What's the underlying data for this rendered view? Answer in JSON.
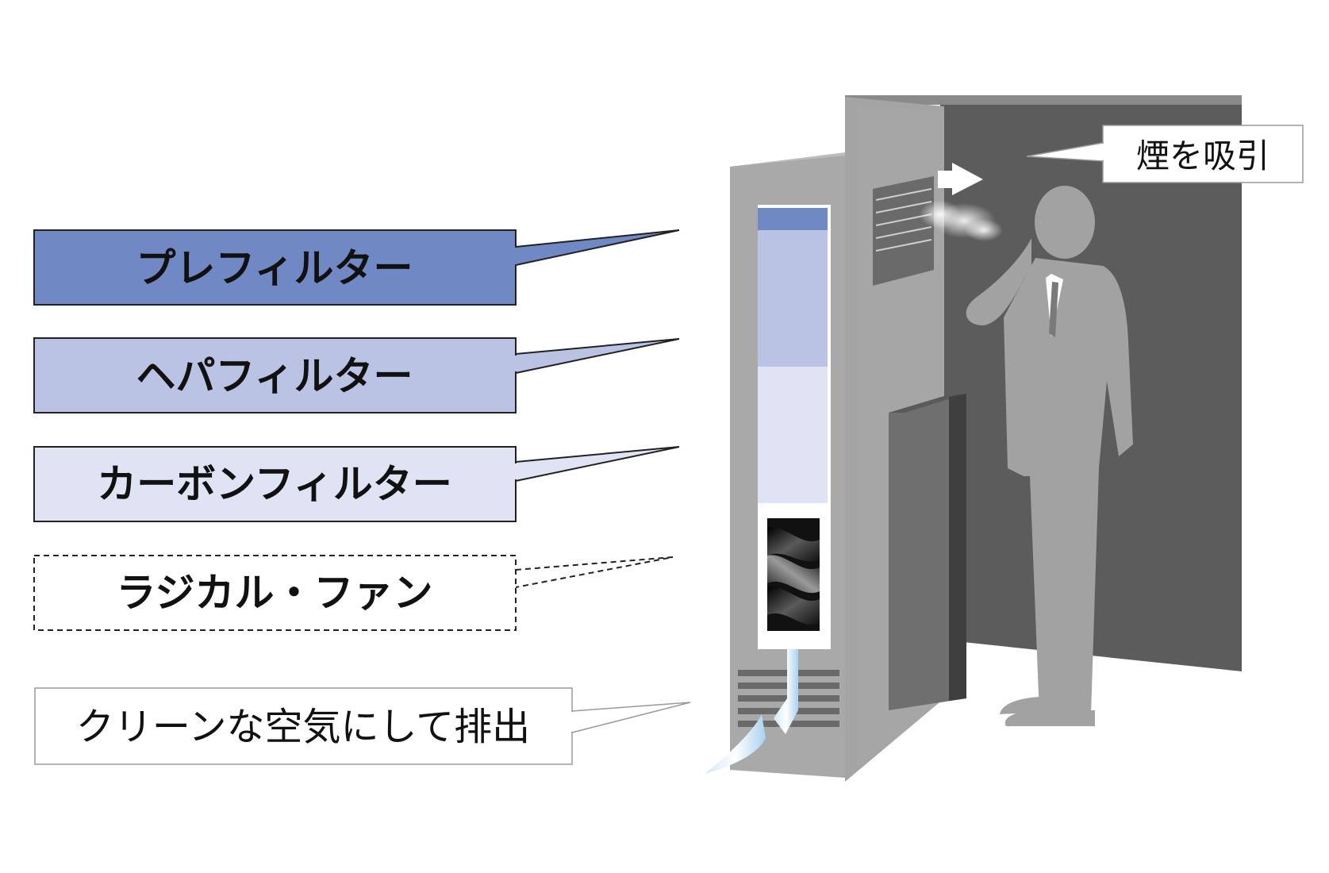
{
  "colors": {
    "prefilter": "#7088c4",
    "hepa": "#bac3e4",
    "carbon": "#dfe3f3",
    "outline": "#222222",
    "unit_front": "#a8a8a8",
    "unit_side": "#8d8d8d",
    "booth_wall": "#5c5c5c",
    "silhouette": "#a2a2a2",
    "dark_box": "#6e6e6e"
  },
  "callouts": [
    {
      "id": "prefilter",
      "label": "プレフィルター",
      "style": "filled-dark"
    },
    {
      "id": "hepa",
      "label": "ヘパフィルター",
      "style": "filled-mid"
    },
    {
      "id": "carbon",
      "label": "カーボンフィルター",
      "style": "filled-light"
    },
    {
      "id": "fan",
      "label": "ラジカル・ファン",
      "style": "dashed"
    },
    {
      "id": "exhaust",
      "label": "クリーンな空気にして排出",
      "style": "thin"
    }
  ],
  "intake": {
    "label": "煙を吸引",
    "arrow_icon": "left-arrow-icon"
  }
}
